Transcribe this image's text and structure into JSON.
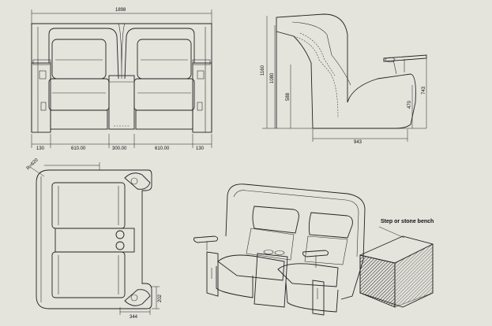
{
  "front_view": {
    "overall_width": "1898",
    "arm_left": "130",
    "seat_left": "610.00",
    "console": "300.00",
    "seat_right": "610.00",
    "arm_right": "130"
  },
  "side_view": {
    "total_depth": "943",
    "overall_height": "1160",
    "back_height": "1080",
    "arm_height": "588",
    "seat_height": "470",
    "tray_height": "743"
  },
  "top_view": {
    "corner_radius": "R=620",
    "detail_width": "344",
    "detail_height": "202"
  },
  "iso_view": {
    "bench_label": "Step or stone bench"
  }
}
